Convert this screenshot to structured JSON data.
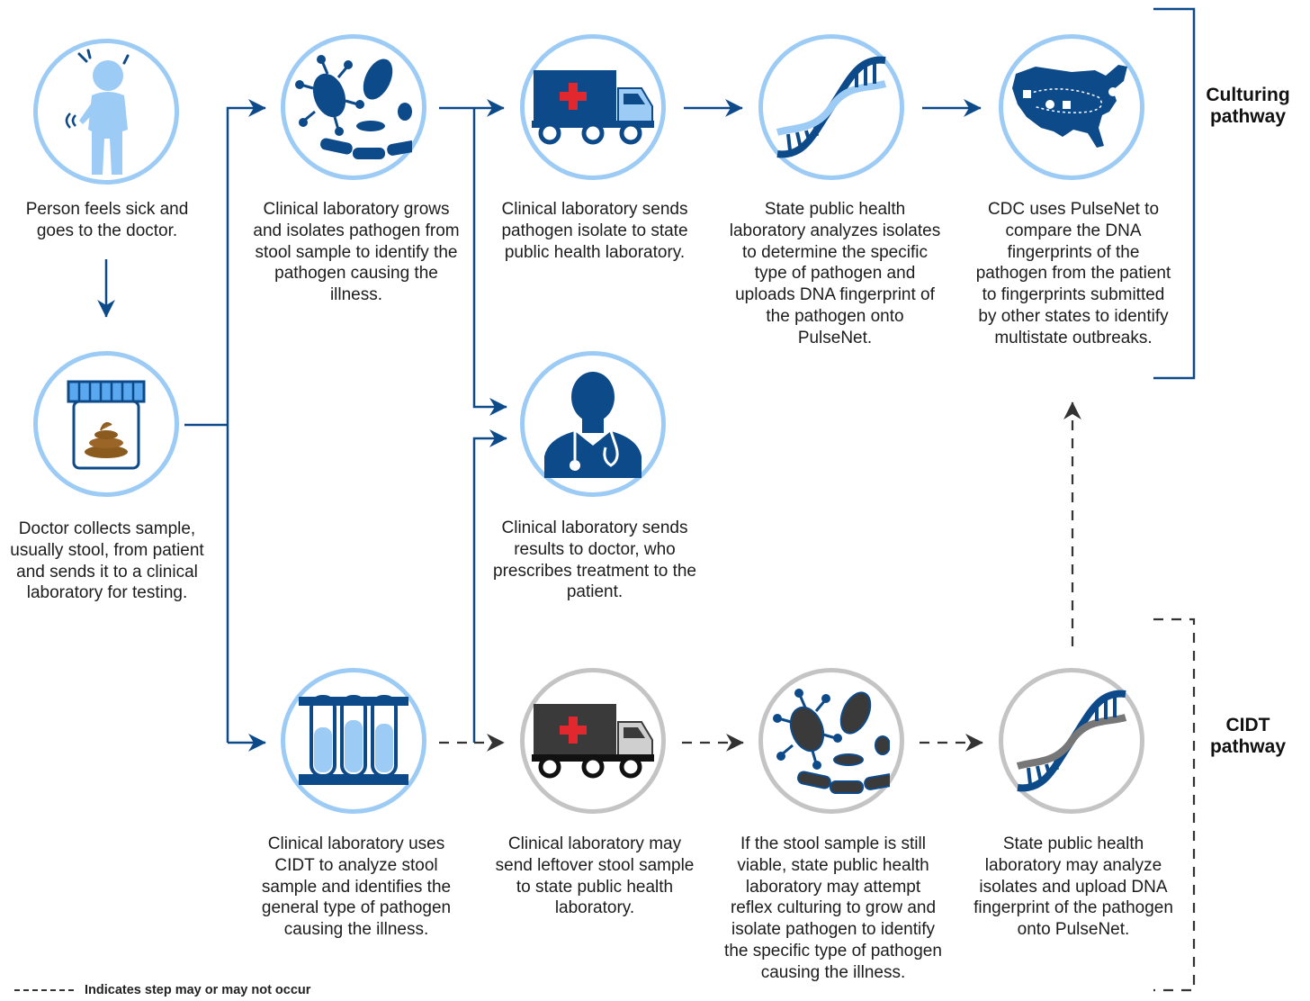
{
  "diagram": {
    "steps": {
      "sick": "Person feels sick and goes to the doctor.",
      "collect": "Doctor collects sample, usually stool, from patient and sends it to a clinical laboratory for testing.",
      "grow": "Clinical laboratory grows and isolates pathogen from stool sample to identify the pathogen causing the illness.",
      "send_isolate": "Clinical laboratory sends pathogen isolate to state public health laboratory.",
      "analyze": "State public health laboratory analyzes isolates to determine the specific type of pathogen and uploads DNA fingerprint of the pathogen onto PulseNet.",
      "cdc": "CDC uses PulseNet to compare the DNA fingerprints of the pathogen from the patient to fingerprints submitted by other states to identify multistate outbreaks.",
      "results": "Clinical laboratory sends results to doctor, who prescribes treatment to the patient.",
      "cidt": "Clinical laboratory uses CIDT to analyze stool sample and identifies the general type of pathogen causing the illness.",
      "leftover": "Clinical laboratory may send leftover stool sample to state public health laboratory.",
      "reflex": "If the stool sample is still viable, state public health laboratory may attempt reflex culturing to grow and isolate pathogen to identify the specific type of pathogen causing the illness.",
      "upload": "State public health laboratory may analyze isolates and upload DNA fingerprint of the pathogen onto PulseNet."
    },
    "pathways": {
      "culturing": "Culturing pathway",
      "cidt": "CIDT pathway"
    },
    "legend": "Indicates step may or may not occur",
    "icons": {
      "sick": "sick-person-icon",
      "collect": "stool-sample-jar-icon",
      "grow": "bacteria-icon",
      "send_isolate": "delivery-truck-icon",
      "analyze": "dna-icon",
      "cdc": "us-map-icon",
      "results": "doctor-icon",
      "cidt": "test-tubes-icon",
      "leftover": "delivery-truck-grey-icon",
      "reflex": "bacteria-grey-icon",
      "upload": "dna-grey-icon"
    },
    "colors": {
      "navy": "#0d4a8a",
      "light_blue": "#9ccbf5",
      "grey_ring": "#c4c4c4",
      "dark_grey": "#3a3a3a",
      "red_cross": "#e0282e",
      "stool_brown": "#8b5a1e"
    }
  }
}
